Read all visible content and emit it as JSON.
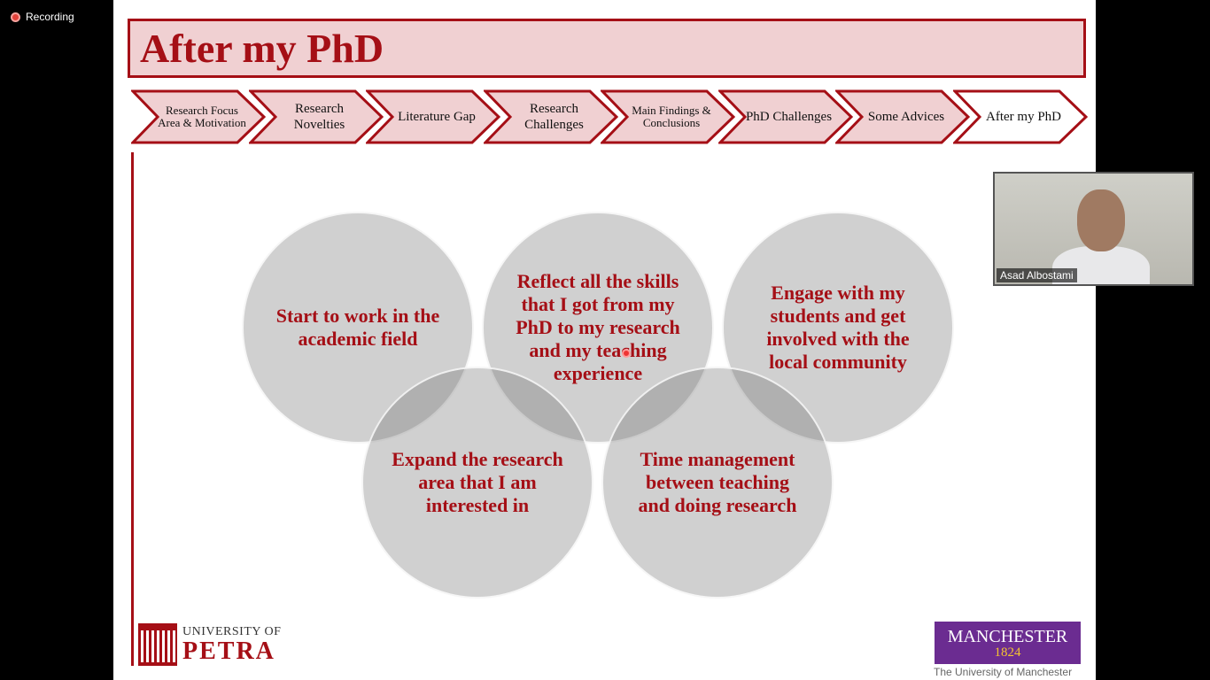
{
  "recording": {
    "label": "Recording",
    "color": "#e0413a"
  },
  "slide": {
    "title": "After my PhD",
    "accent": "#a50f16",
    "steps": [
      {
        "label": "Research Focus Area & Motivation",
        "active": false
      },
      {
        "label": "Research Novelties",
        "active": false
      },
      {
        "label": "Literature Gap",
        "active": false
      },
      {
        "label": "Research Challenges",
        "active": false
      },
      {
        "label": "Main Findings & Conclusions",
        "active": false
      },
      {
        "label": "PhD Challenges",
        "active": false
      },
      {
        "label": "Some Advices",
        "active": false
      },
      {
        "label": "After my PhD",
        "active": true
      }
    ],
    "circles": [
      "Start to work in the academic field",
      "Reflect all the skills that I got from my PhD to my research and my teaching experience",
      "Engage with my students and get involved with the local community",
      "Expand the research area that I am interested in",
      "Time management between teaching and doing research"
    ],
    "logos": {
      "petra_top": "UNIVERSITY OF",
      "petra_main": "PETRA",
      "manchester": "MANCHESTER",
      "manchester_year": "1824",
      "manchester_sub": "The University of Manchester"
    }
  },
  "video": {
    "participant": "Asad Albostami"
  }
}
